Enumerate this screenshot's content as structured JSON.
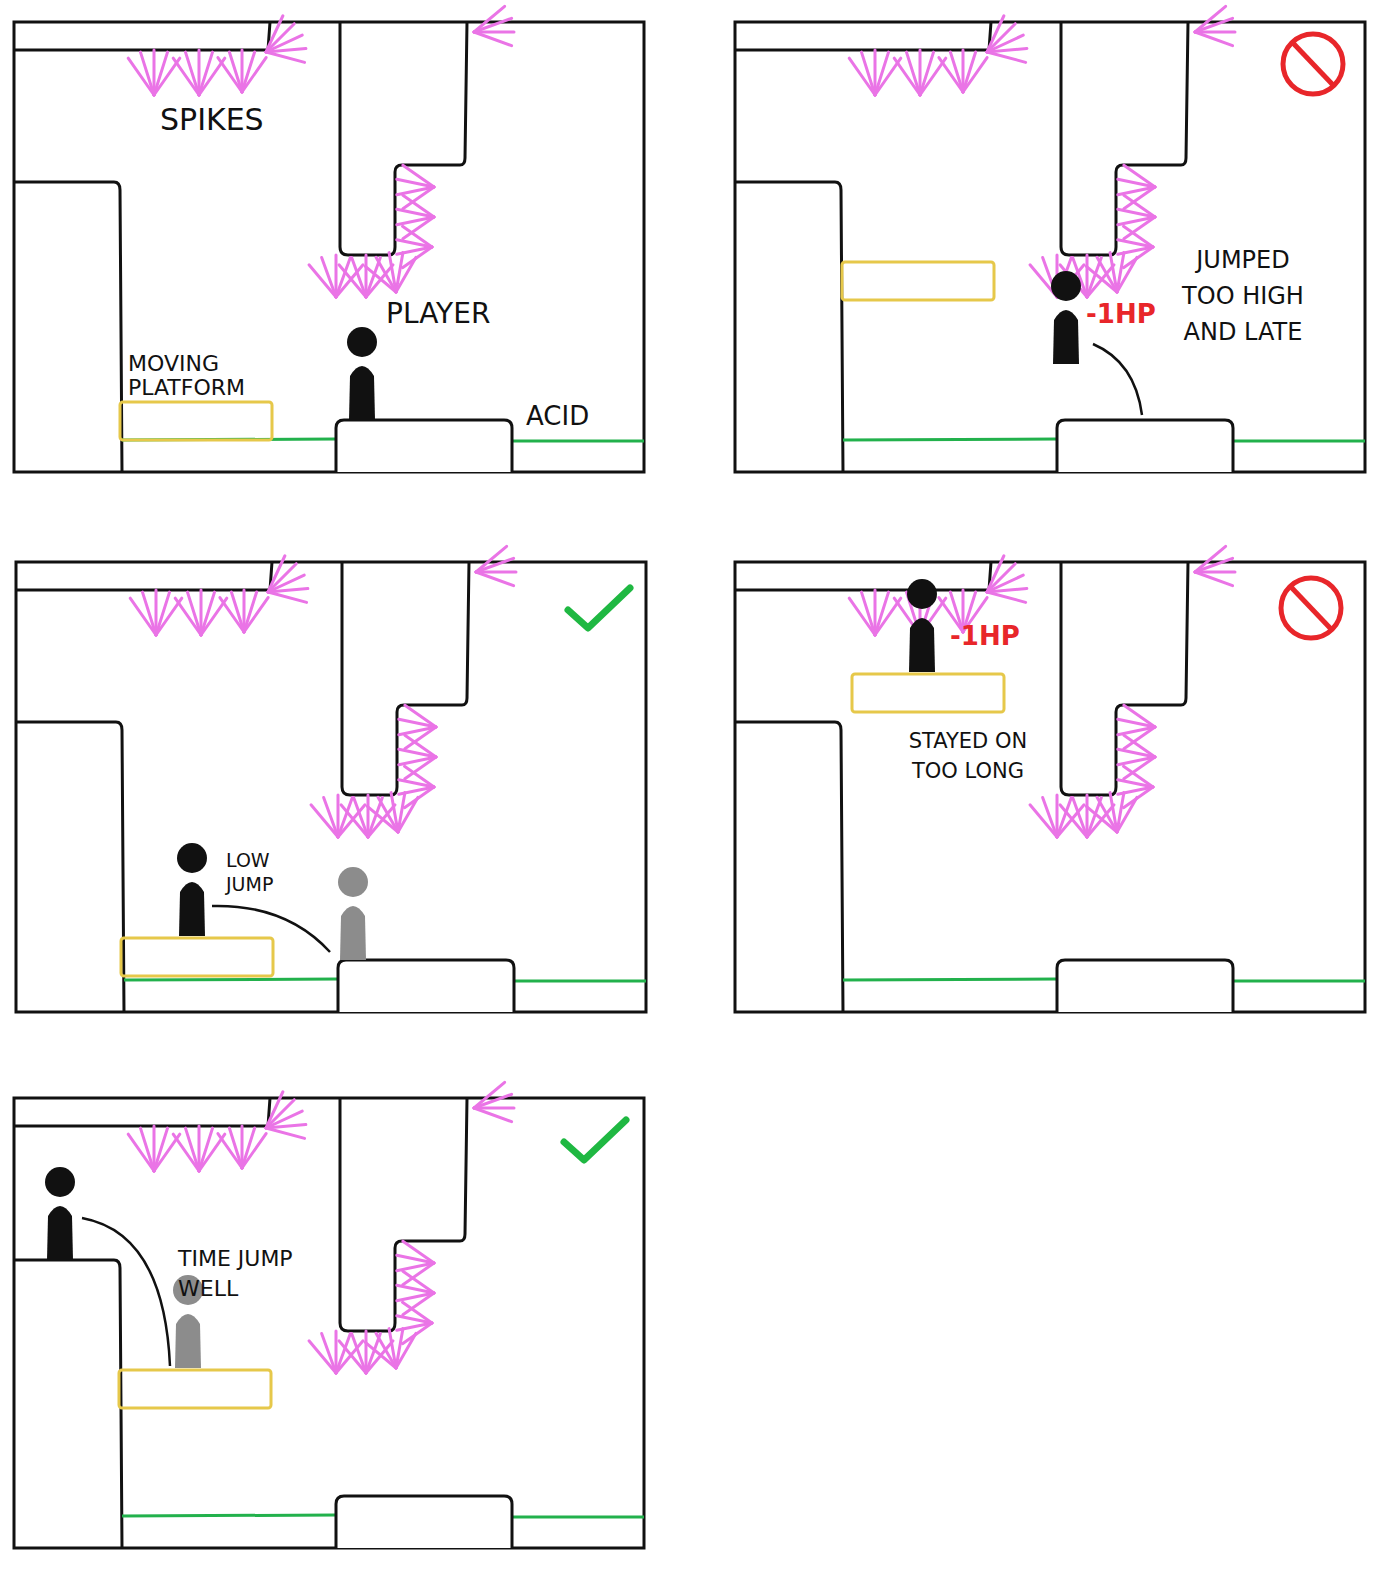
{
  "diagram": {
    "labels": [
      "SPIKES",
      "PLAYER",
      "MOVING PLATFORM",
      "ACID",
      "-1HP",
      "JUMPED TOO HIGH AND LATE",
      "LOW JUMP",
      "-1HP",
      "STAYED ON TOO LONG",
      "TIME JUMP WELL"
    ]
  }
}
